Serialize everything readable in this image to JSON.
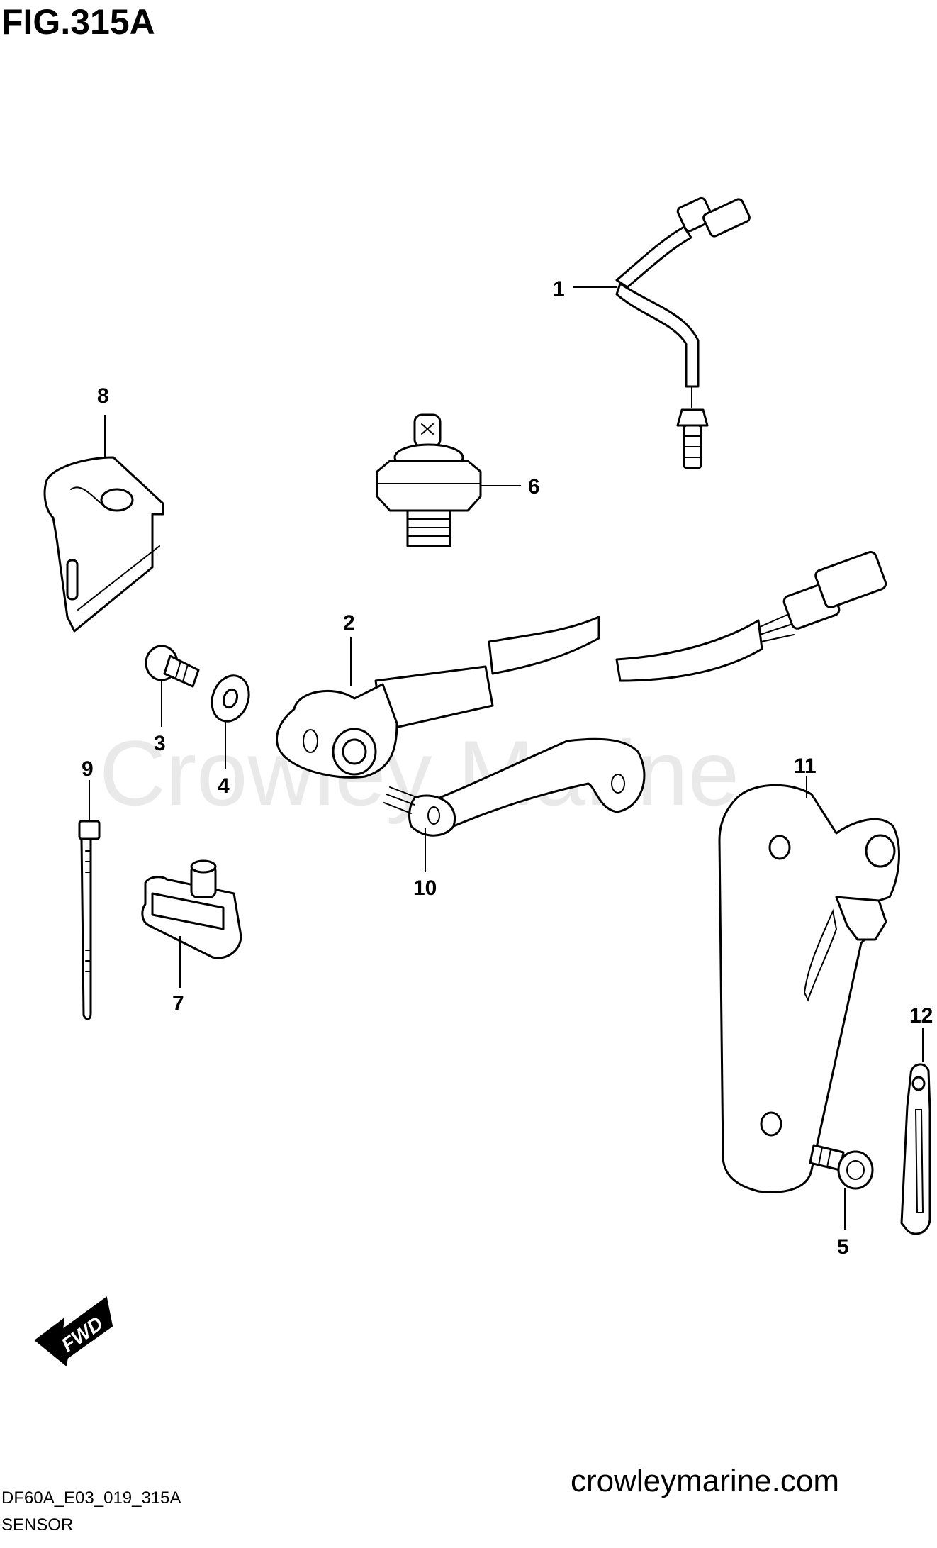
{
  "figure": {
    "title": "FIG.315A",
    "code": "DF60A_E03_019_315A",
    "name": "SENSOR"
  },
  "watermark": "Crowley Marine",
  "website": "crowleymarine.com",
  "fwd_label": "FWD",
  "callouts": [
    {
      "id": "1",
      "label": "1"
    },
    {
      "id": "2",
      "label": "2"
    },
    {
      "id": "3",
      "label": "3"
    },
    {
      "id": "4",
      "label": "4"
    },
    {
      "id": "5",
      "label": "5"
    },
    {
      "id": "6",
      "label": "6"
    },
    {
      "id": "7",
      "label": "7"
    },
    {
      "id": "8",
      "label": "8"
    },
    {
      "id": "9",
      "label": "9"
    },
    {
      "id": "10",
      "label": "10"
    },
    {
      "id": "11",
      "label": "11"
    },
    {
      "id": "12",
      "label": "12"
    }
  ]
}
